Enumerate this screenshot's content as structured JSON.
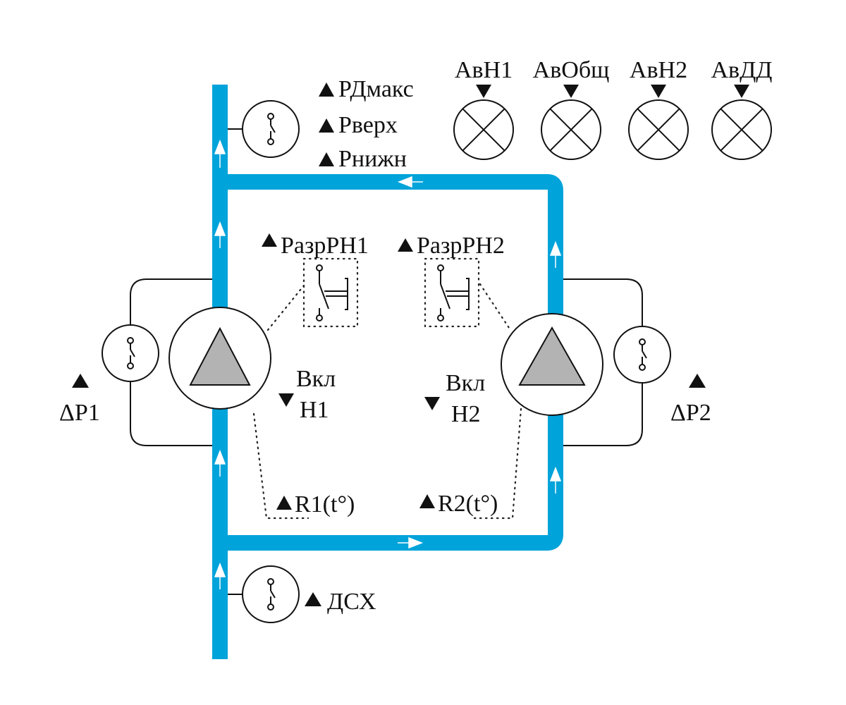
{
  "colors": {
    "pipe": "#00a3da",
    "pump_fill": "#b3b3b3",
    "line": "#111111",
    "flow_arrow": "#ffffff"
  },
  "pressure_top": {
    "labels": [
      "РДмакс",
      "Рверх",
      "Рнижн"
    ],
    "icon": "pressure-switch-icon"
  },
  "alarms": [
    {
      "label": "АвН1",
      "icon": "indicator-lamp-icon"
    },
    {
      "label": "АвОбщ",
      "icon": "indicator-lamp-icon"
    },
    {
      "label": "АвН2",
      "icon": "indicator-lamp-icon"
    },
    {
      "label": "АвДД",
      "icon": "indicator-lamp-icon"
    }
  ],
  "pump1": {
    "permit_label": "РазрРН1",
    "on_label_line1": "Вкл",
    "on_label_line2": "Н1",
    "thermal_label": "R1(t°)",
    "diff_label": "ΔP1",
    "icon": "pump-icon"
  },
  "pump2": {
    "permit_label": "РазрРН2",
    "on_label_line1": "Вкл",
    "on_label_line2": "Н2",
    "thermal_label": "R2(t°)",
    "diff_label": "ΔP2",
    "icon": "pump-icon"
  },
  "dry_run": {
    "label": "ДСХ",
    "icon": "pressure-switch-icon"
  }
}
